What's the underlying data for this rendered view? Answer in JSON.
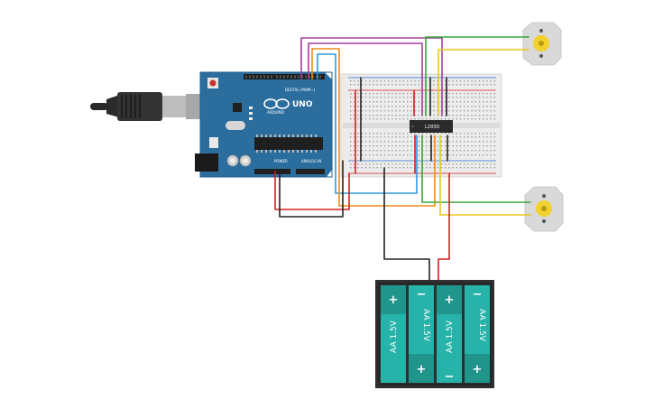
{
  "board": {
    "uno_label": "UNO",
    "brand_label": "ARDUINO",
    "digital_label": "DIGITAL (PWM~)",
    "power_label": "POWER",
    "analog_label": "ANALOG IN"
  },
  "driver": {
    "label": "L293D"
  },
  "battery": {
    "cell_label": "AA 1.5V",
    "plus": "+",
    "minus": "−"
  },
  "colors": {
    "board": "#2b6e9e",
    "breadboard": "#ececec",
    "motor_body": "#d9d9d9",
    "motor_hub": "#f2d22e",
    "battery_case": "#2f2f2f",
    "battery_cell": "#27b3a9",
    "wire_red": "#d32020",
    "wire_black": "#222222",
    "wire_green": "#3aa53a",
    "wire_yellow": "#e8c51e",
    "wire_orange": "#f08a1c",
    "wire_purple": "#a13fa1",
    "wire_blue": "#2d9ad8"
  },
  "icons": {
    "usb": "usb-cable-icon",
    "motor": "dc-motor-icon",
    "reset": "reset-button-icon"
  }
}
